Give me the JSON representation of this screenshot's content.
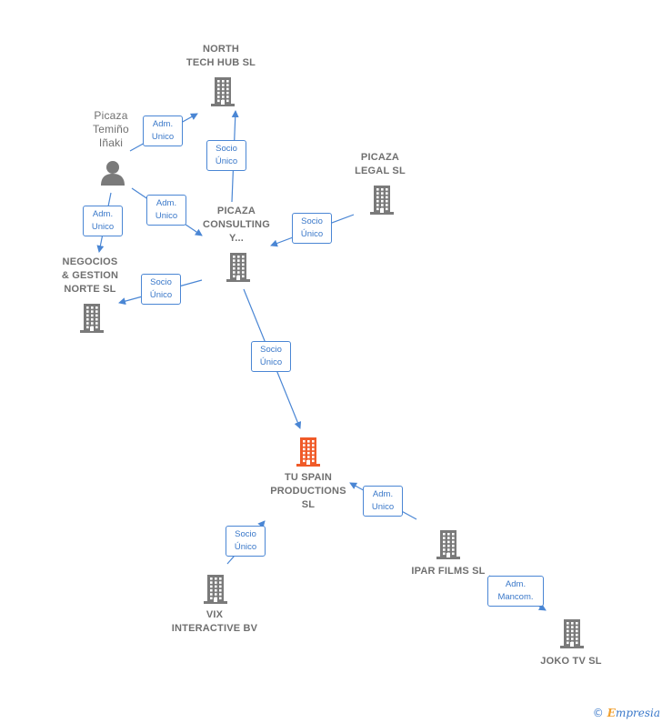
{
  "colors": {
    "node": "#7a7a7a",
    "focus": "#f05a28",
    "edge": "#4a86d4",
    "edge_text": "#3a78c9"
  },
  "nodes": [
    {
      "id": "north",
      "label": "NORTH\nTECH HUB  SL",
      "icon": "building-icon"
    },
    {
      "id": "person",
      "label": "Picaza\nTemiño\nIñaki",
      "icon": "person-icon"
    },
    {
      "id": "picaza_legal",
      "label": "PICAZA\nLEGAL  SL",
      "icon": "building-icon"
    },
    {
      "id": "picaza_consulting",
      "label": "PICAZA\nCONSULTING\nY...",
      "icon": "building-icon"
    },
    {
      "id": "negocios",
      "label": "NEGOCIOS\n& GESTION\nNORTE  SL",
      "icon": "building-icon"
    },
    {
      "id": "tu_spain",
      "label": "TU SPAIN\nPRODUCTIONS\nSL",
      "icon": "building-icon-focus"
    },
    {
      "id": "ipar",
      "label": "IPAR FILMS  SL",
      "icon": "building-icon"
    },
    {
      "id": "vix",
      "label": "VIX\nINTERACTIVE BV",
      "icon": "building-icon"
    },
    {
      "id": "joko",
      "label": "JOKO TV  SL",
      "icon": "building-icon"
    }
  ],
  "edges": [
    {
      "from": "person",
      "to": "north",
      "label": "Adm.\nUnico"
    },
    {
      "from": "picaza_consulting",
      "to": "north",
      "label": "Socio\nÚnico"
    },
    {
      "from": "person",
      "to": "picaza_consulting",
      "label": "Adm.\nUnico"
    },
    {
      "from": "person",
      "to": "negocios",
      "label": "Adm.\nUnico"
    },
    {
      "from": "picaza_legal",
      "to": "picaza_consulting",
      "label": "Socio\nÚnico"
    },
    {
      "from": "picaza_consulting",
      "to": "negocios",
      "label": "Socio\nÚnico"
    },
    {
      "from": "picaza_consulting",
      "to": "tu_spain",
      "label": "Socio\nÚnico"
    },
    {
      "from": "ipar",
      "to": "tu_spain",
      "label": "Adm.\nUnico"
    },
    {
      "from": "vix",
      "to": "tu_spain",
      "label": "Socio\nÚnico"
    },
    {
      "from": "ipar",
      "to": "joko",
      "label": "Adm.\nMancom."
    }
  ],
  "watermark": {
    "copyright": "©",
    "brand_e": "E",
    "brand_rest": "mpresia"
  }
}
